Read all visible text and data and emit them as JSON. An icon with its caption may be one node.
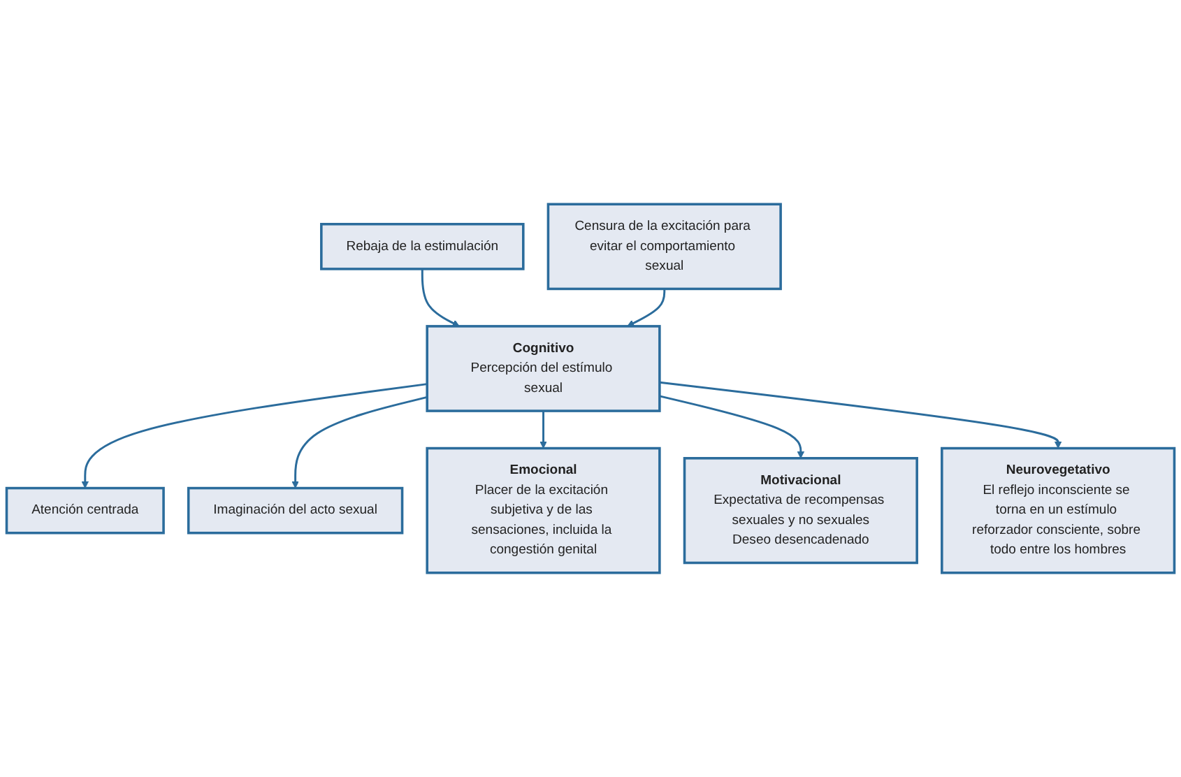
{
  "diagram": {
    "nodes": [
      {
        "text": [
          "Rebaja de la estimulación"
        ]
      },
      {
        "text": [
          "Censura de la excitación para evitar el comportamiento sexual"
        ]
      },
      {
        "text": [
          "Atención centrada"
        ]
      },
      {
        "text": [
          "Cognitivo",
          "Percepción del estímulo sexual"
        ]
      },
      {
        "text": [
          "Imaginación del acto sexual"
        ]
      },
      {
        "text": [
          "Emocional",
          "Placer de la excitación subjetiva y de las sensaciones, incluida la congestión genital"
        ]
      },
      {
        "text": [
          "Motivacional",
          "Expectativa de recompensas sexuales y no sexuales",
          "Deseo desencadenado"
        ]
      },
      {
        "text": [
          "Neurovegetativo",
          "El reflejo inconsciente se torna en un estímulo reforzador consciente, sobre todo entre los hombres"
        ]
      }
    ],
    "edges": [
      {
        "from": 0,
        "to": 3,
        "arrow": "to"
      },
      {
        "from": 1,
        "to": 3,
        "arrow": "to"
      },
      {
        "from": 3,
        "to": 2,
        "arrow": "to"
      },
      {
        "from": 3,
        "to": 4,
        "arrow": "to"
      },
      {
        "from": 3,
        "to": 5,
        "arrow": "to"
      },
      {
        "from": 3,
        "to": 6,
        "arrow": "to"
      },
      {
        "from": 3,
        "to": 7,
        "arrow": "to"
      }
    ]
  }
}
